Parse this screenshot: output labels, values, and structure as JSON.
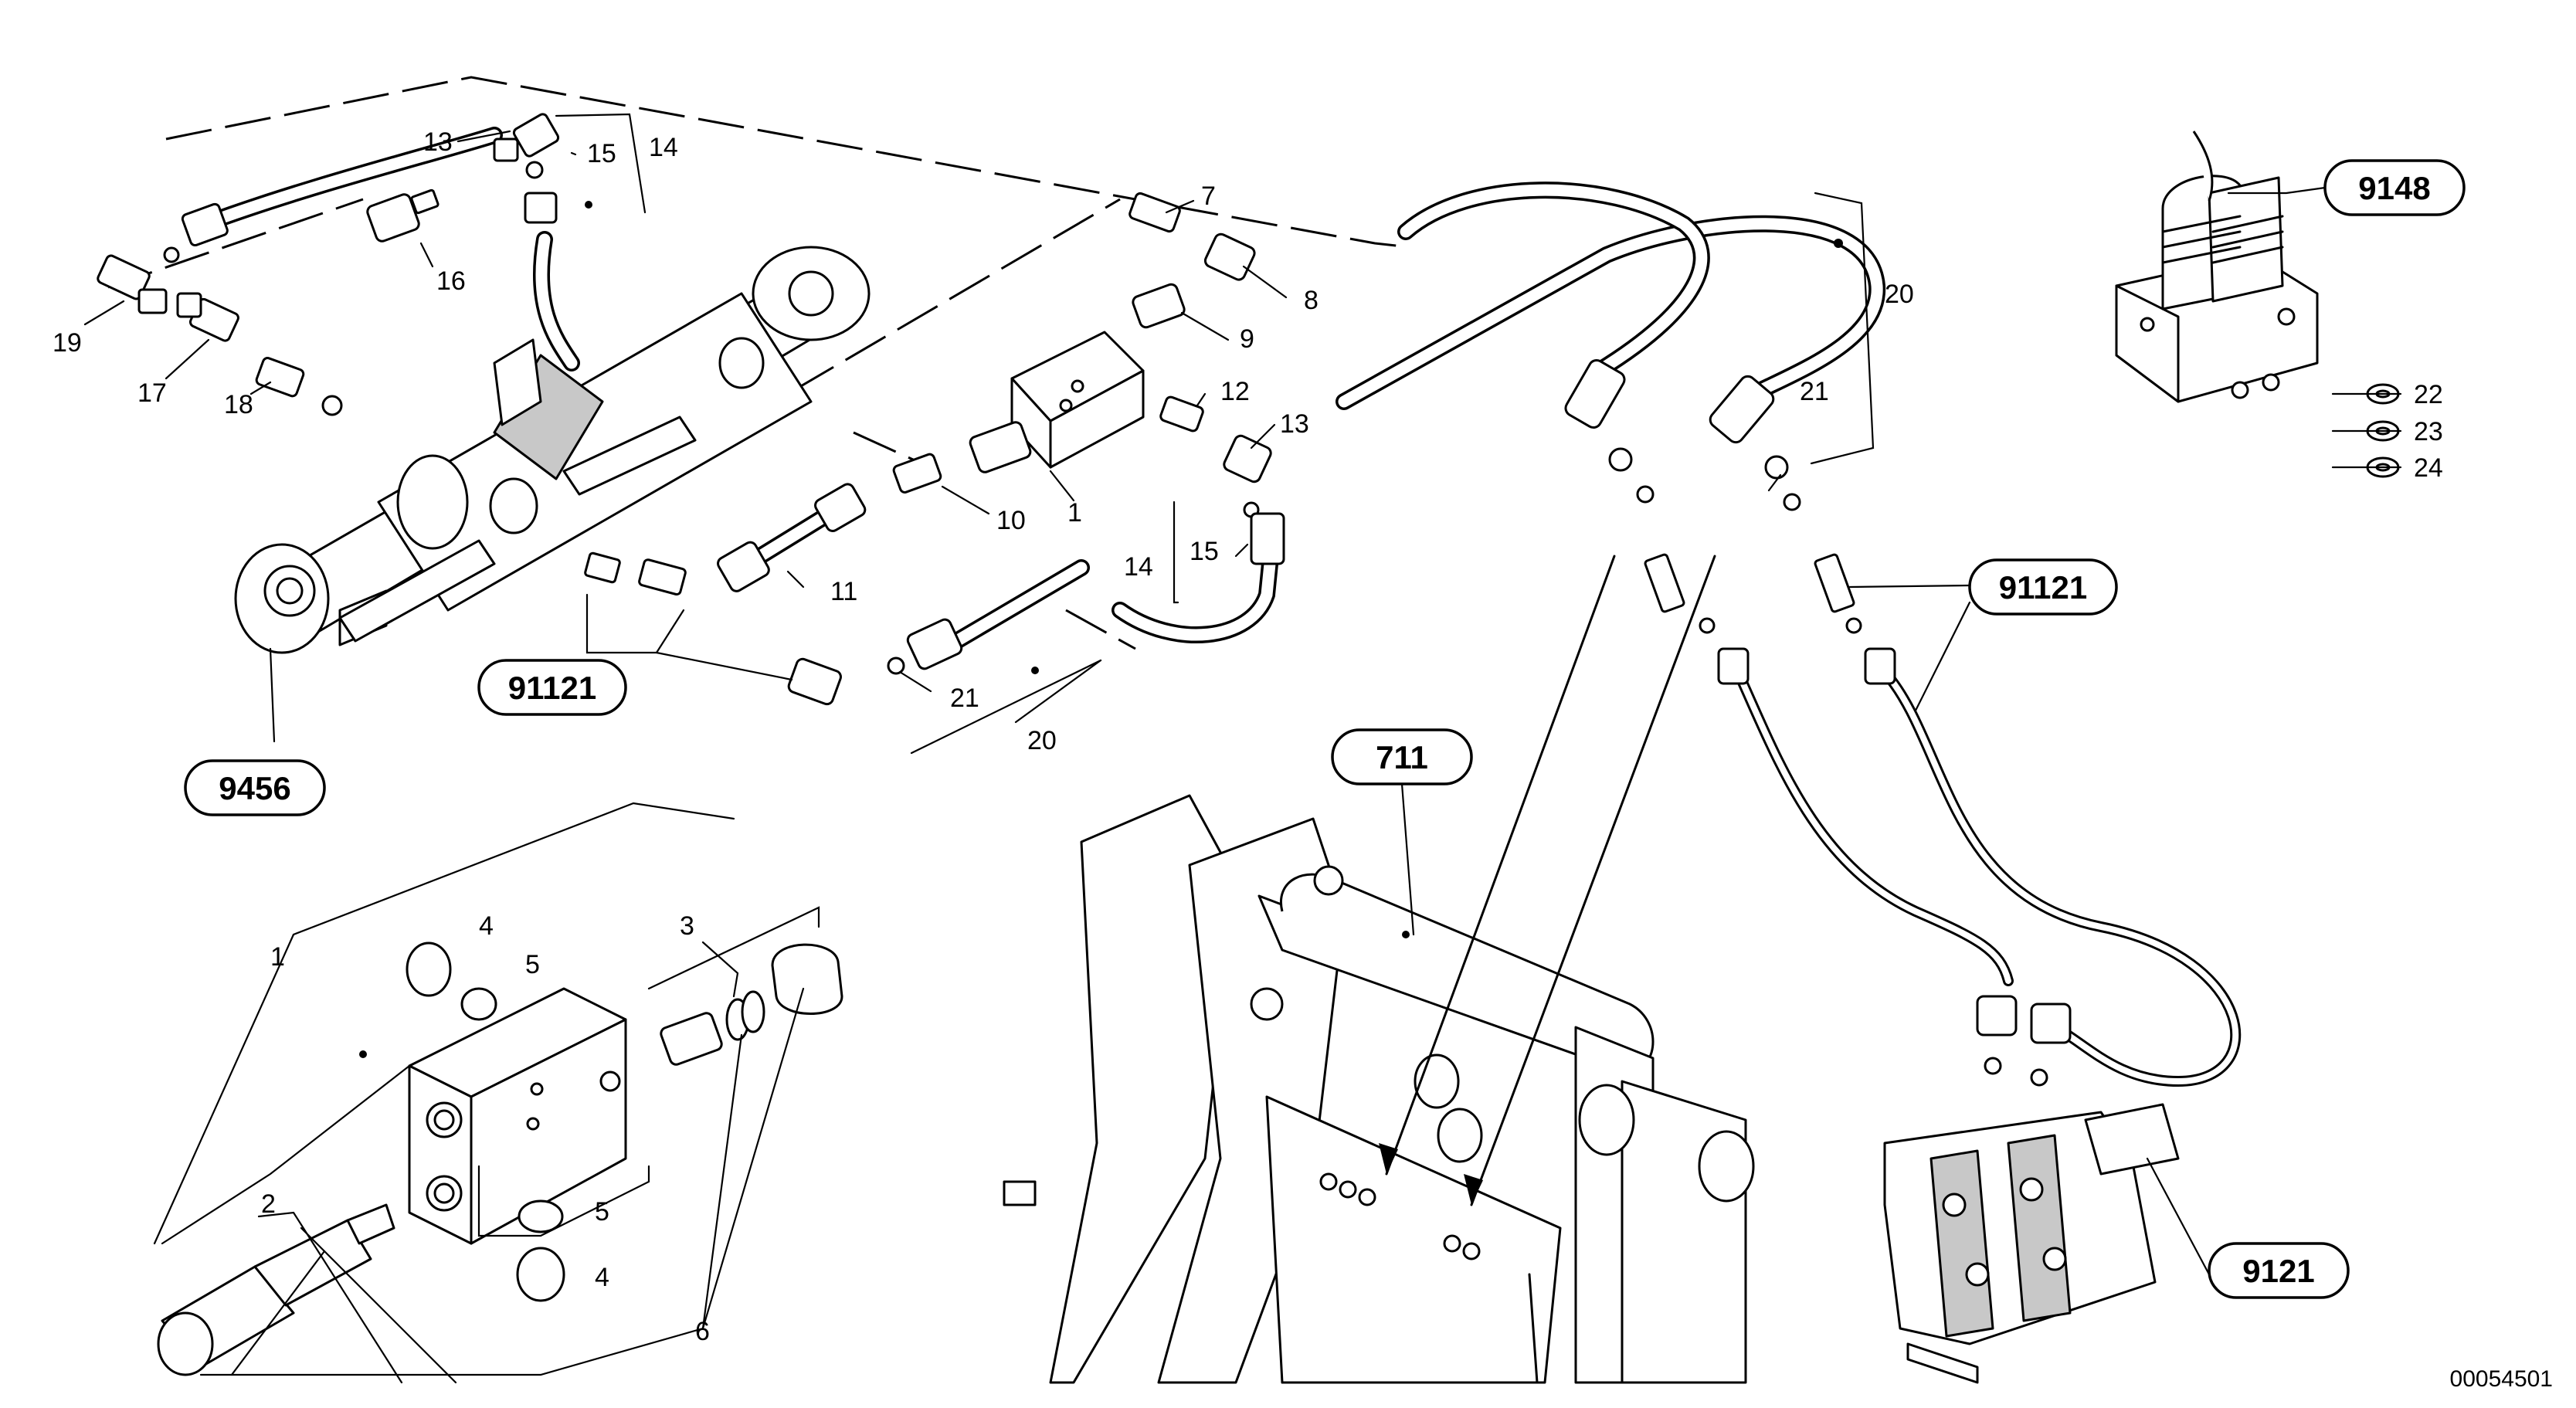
{
  "document_number": "00054501",
  "reference_labels": {
    "ref_9456": "9456",
    "ref_91121_left": "91121",
    "ref_91121_right": "91121",
    "ref_711": "711",
    "ref_9148": "9148",
    "ref_9121": "9121"
  },
  "callouts": {
    "c13a": "13",
    "c15a": "15",
    "c14a": "14",
    "c16": "16",
    "c19": "19",
    "c17": "17",
    "c18": "18",
    "c7": "7",
    "c8": "8",
    "c9": "9",
    "c12": "12",
    "c13b": "13",
    "c10": "10",
    "c1a": "1",
    "c11": "11",
    "c14b": "14",
    "c15b": "15",
    "c21a": "21",
    "c20a": "20",
    "c20b": "20",
    "c21b": "21",
    "c22": "22",
    "c23": "23",
    "c24": "24",
    "c1b": "1",
    "c4a": "4",
    "c5a": "5",
    "c3": "3",
    "c2": "2",
    "c5b": "5",
    "c4b": "4",
    "c6": "6"
  }
}
